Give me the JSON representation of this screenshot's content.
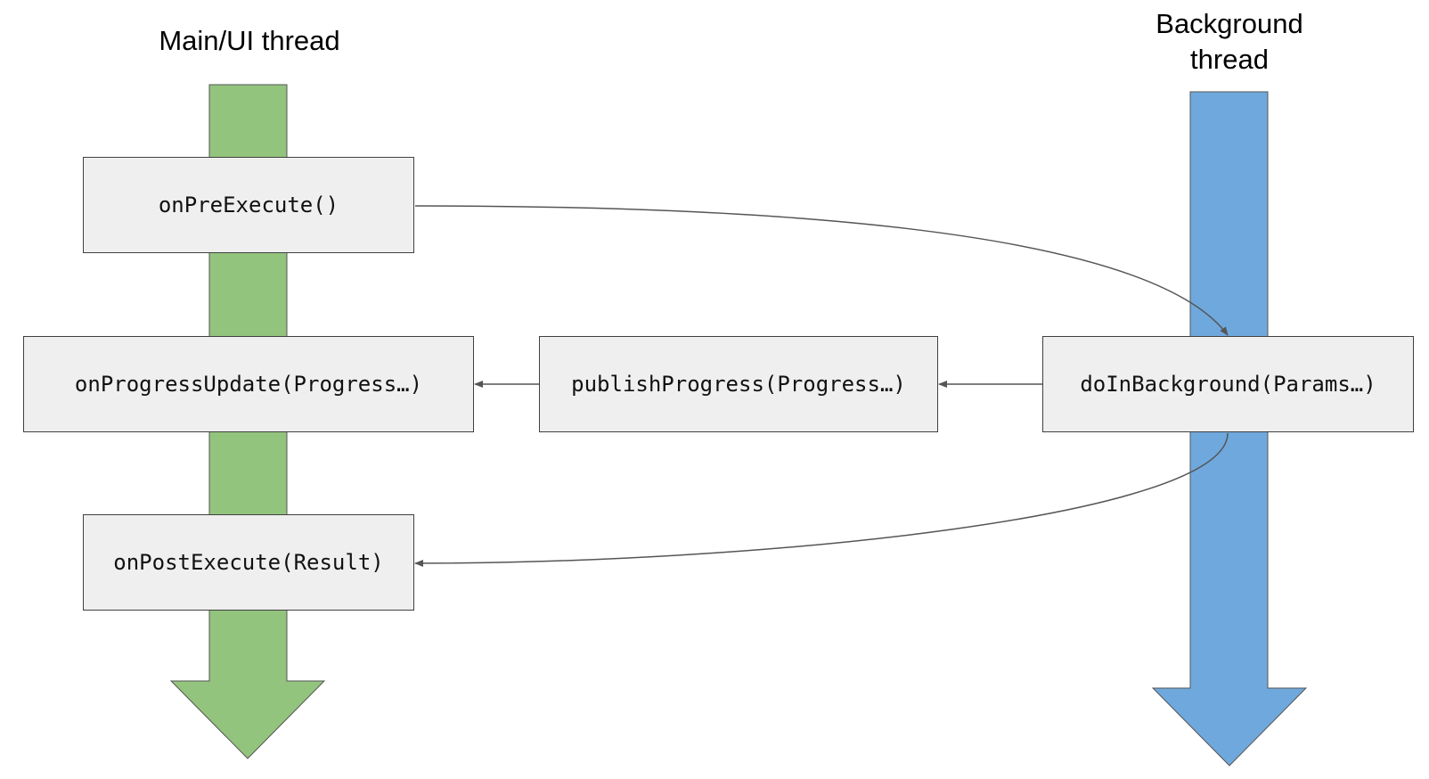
{
  "lanes": {
    "main": {
      "title": "Main/UI thread",
      "color": "#93c47d"
    },
    "background": {
      "title": "Background\nthread",
      "color": "#6fa8dc"
    }
  },
  "boxes": {
    "on_pre_execute": "onPreExecute()",
    "on_progress_update": "onProgressUpdate(Progress…)",
    "publish_progress": "publishProgress(Progress…)",
    "do_in_background": "doInBackground(Params…)",
    "on_post_execute": "onPostExecute(Result)"
  },
  "colors": {
    "box_fill": "#efefef",
    "box_border": "#404040",
    "connector": "#555555"
  },
  "connections": [
    {
      "from": "on_pre_execute",
      "to": "do_in_background"
    },
    {
      "from": "do_in_background",
      "to": "publish_progress"
    },
    {
      "from": "publish_progress",
      "to": "on_progress_update"
    },
    {
      "from": "do_in_background",
      "to": "on_post_execute"
    }
  ]
}
